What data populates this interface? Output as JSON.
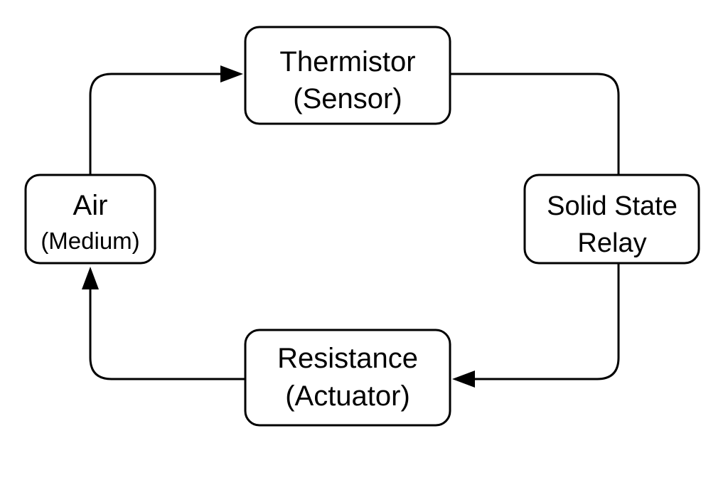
{
  "diagram": {
    "nodes": {
      "thermistor": {
        "line1": "Thermistor",
        "line2": "(Sensor)"
      },
      "relay": {
        "line1": "Solid State",
        "line2": "Relay"
      },
      "resistance": {
        "line1": "Resistance",
        "line2": "(Actuator)"
      },
      "air": {
        "line1": "Air",
        "line2": "(Medium)"
      }
    },
    "colors": {
      "stroke": "#000000",
      "fill": "#ffffff"
    }
  }
}
